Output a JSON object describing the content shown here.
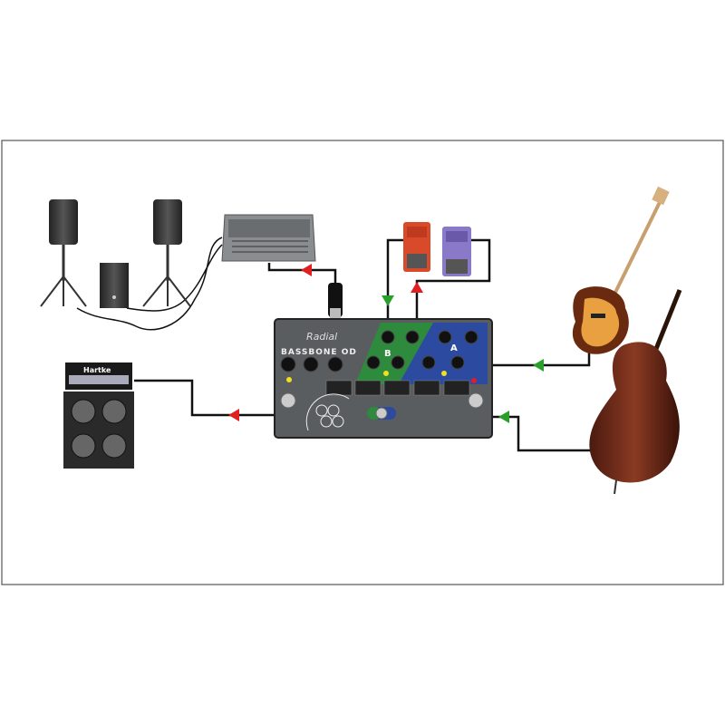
{
  "pedal": {
    "brand": "Radial",
    "model": "BASSBONE OD",
    "channel_b_label": "B",
    "channel_a_label": "A",
    "colors": {
      "body": "#5a5d60",
      "channel_b": "#2e8b3e",
      "channel_a": "#2b4aa0"
    }
  },
  "amp": {
    "brand": "Hartke"
  },
  "signal_colors": {
    "input_arrow": "#2aa02a",
    "output_arrow": "#e02020",
    "cable": "#111111"
  }
}
